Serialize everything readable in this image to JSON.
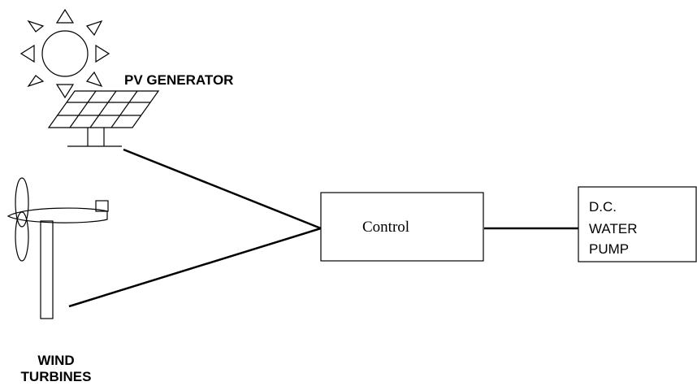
{
  "pv_label": "PV GENERATOR",
  "wind_label_line1": "WIND",
  "wind_label_line2": "TURBINES",
  "control_label": "Control",
  "pump_label_line1": "D.C.",
  "pump_label_line2": "WATER",
  "pump_label_line3": "PUMP",
  "icons": [
    "sun-icon",
    "solar-panel-icon",
    "wind-turbine-icon"
  ],
  "colors": {
    "stroke": "#000000",
    "background": "#ffffff"
  }
}
